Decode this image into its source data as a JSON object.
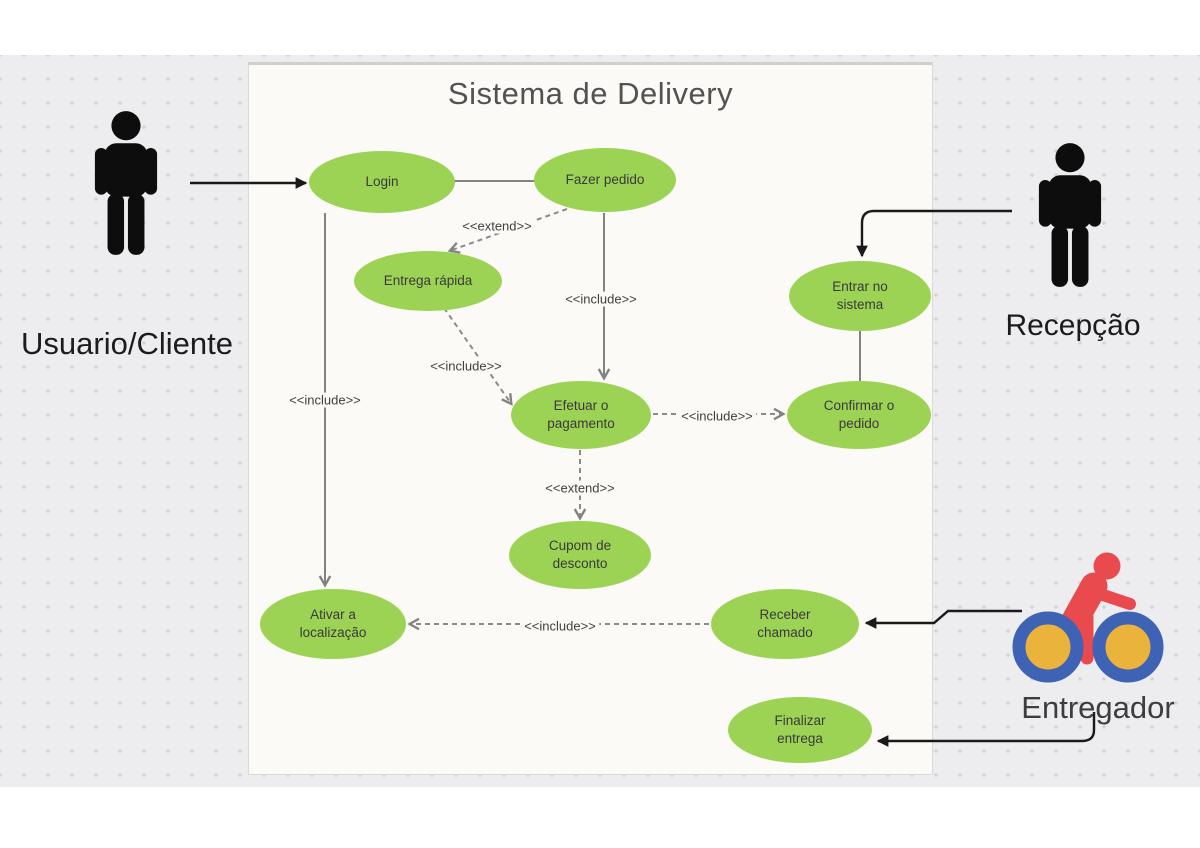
{
  "diagram": {
    "title": "Sistema de Delivery",
    "actors": {
      "usuario": {
        "label": "Usuario/Cliente"
      },
      "recepcao": {
        "label": "Recepção"
      },
      "entregador": {
        "label": "Entregador"
      }
    },
    "use_cases": {
      "login": "Login",
      "fazer_pedido": "Fazer pedido",
      "entrega_rapida": "Entrega rápida",
      "entrar_sistema": "Entrar no sistema",
      "efetuar_pagamento": "Efetuar o pagamento",
      "confirmar_pedido": "Confirmar o pedido",
      "cupom_desconto": "Cupom de desconto",
      "ativar_localizacao": "Ativar a localização",
      "receber_chamado": "Receber chamado",
      "finalizar_entrega": "Finalizar entrega"
    },
    "relationships": {
      "extend_fazer_entrega": "<<extend>>",
      "include_fazer_efetuar": "<<include>>",
      "include_entrega_efetuar": "<<include>>",
      "include_login_ativar": "<<include>>",
      "include_efetuar_confirmar": "<<include>>",
      "extend_efetuar_cupom": "<<extend>>",
      "include_receber_ativar": "<<include>>"
    },
    "colors": {
      "use_case_fill": "#9cd355",
      "boundary_fill": "#fbfaf6",
      "canvas_bg": "#ededf0",
      "connector_gray": "#828282",
      "actor_black": "#1a1a1a",
      "rider_red": "#e84a4e",
      "wheel_blue": "#3e62b4",
      "wheel_yellow": "#eab33c"
    }
  }
}
